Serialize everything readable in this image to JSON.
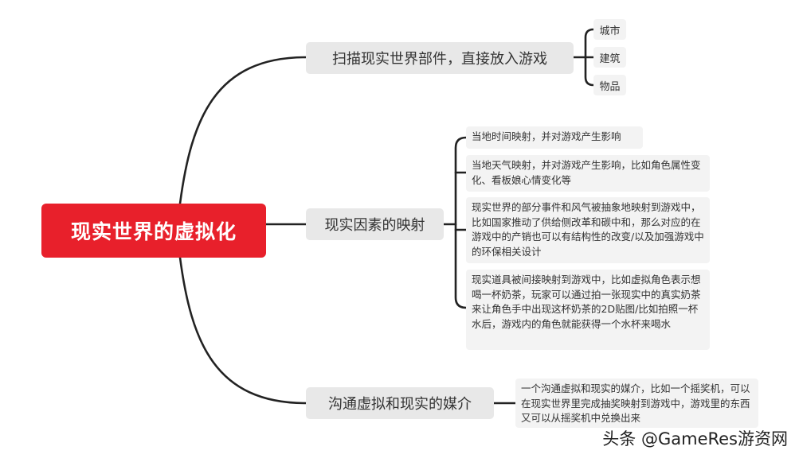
{
  "root": {
    "label": "现实世界的虚拟化"
  },
  "branches": [
    {
      "label": "扫描现实世界部件，直接放入游戏",
      "children": [
        "城市",
        "建筑",
        "物品"
      ]
    },
    {
      "label": "现实因素的映射",
      "children": [
        "当地时间映射，并对游戏产生影响",
        "当地天气映射，并对游戏产生影响，比如角色属性变化、看板娘心情变化等",
        "现实世界的部分事件和风气被抽象地映射到游戏中，比如国家推动了供给侧改革和碳中和，那么对应的在游戏中的产销也可以有结构性的改变/以及加强游戏中的环保相关设计",
        "现实道具被间接映射到游戏中，比如虚拟角色表示想喝一杯奶茶，玩家可以通过拍一张现实中的真实奶茶来让角色手中出现这杯奶茶的2D贴图/比如拍照一杯水后，游戏内的角色就能获得一个水杯来喝水"
      ]
    },
    {
      "label": "沟通虚拟和现实的媒介",
      "children": [
        "一个沟通虚拟和现实的媒介，比如一个摇奖机，可以在现实世界里完成抽奖映射到游戏中，游戏里的东西又可以从摇奖机中兑换出来"
      ]
    }
  ],
  "watermark": "头条 @GameRes游资网",
  "colors": {
    "root": "#e8202b",
    "branch": "#e8e8e8",
    "leaf": "#f3f3f3",
    "line": "#222222"
  }
}
